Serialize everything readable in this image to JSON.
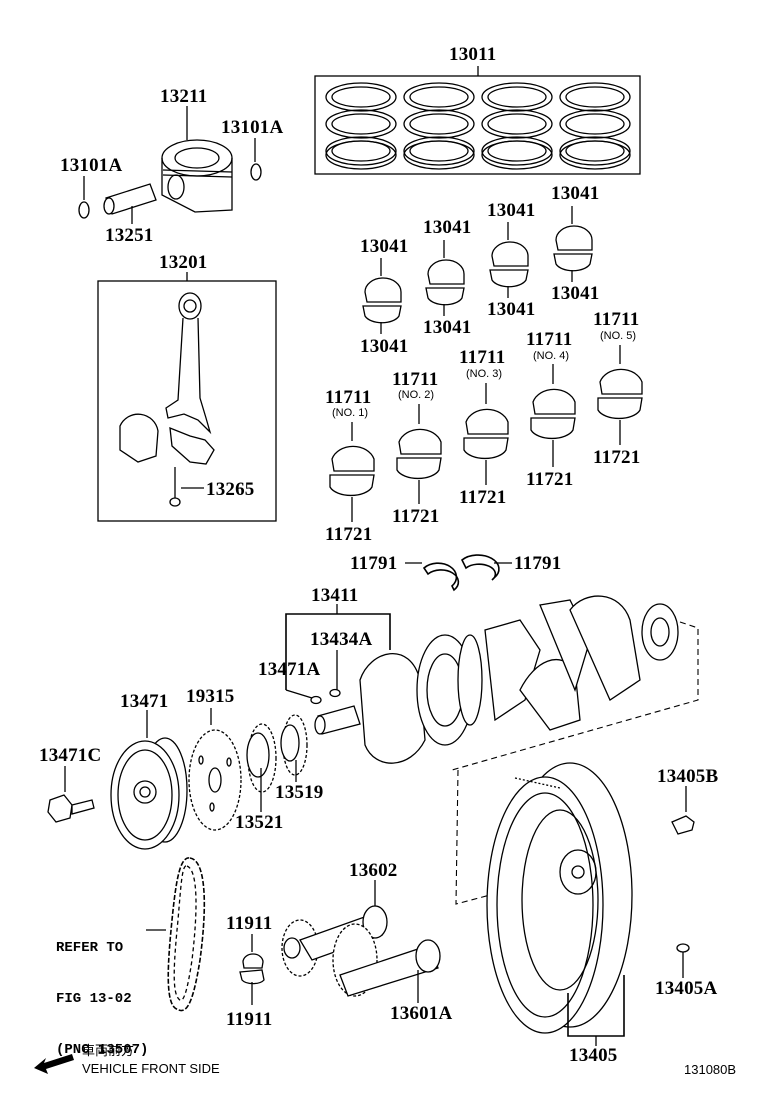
{
  "diagram": {
    "title_code": "131080B",
    "direction_note": {
      "jp": "車両前方",
      "en": "VEHICLE FRONT SIDE"
    },
    "refer_note": [
      "REFER TO",
      "FIG 13-02",
      "(PNC 13507)"
    ],
    "labels": {
      "ring_set": "13011",
      "piston": "13211",
      "snap_ring_right": "13101A",
      "snap_ring_left": "13101A",
      "piston_pin": "13251",
      "conrod_assy": "13201",
      "conrod_bolt": "13265",
      "conrod_bearing": [
        {
          "upper": "13041",
          "lower": "13041"
        },
        {
          "upper": "13041",
          "lower": "13041"
        },
        {
          "upper": "13041",
          "lower": "13041"
        },
        {
          "upper": "13041",
          "lower": "13041"
        }
      ],
      "main_bearing": [
        {
          "upper": "11711",
          "position": "(NO. 1)",
          "lower": "11721"
        },
        {
          "upper": "11711",
          "position": "(NO. 2)",
          "lower": "11721"
        },
        {
          "upper": "11711",
          "position": "(NO. 3)",
          "lower": "11721"
        },
        {
          "upper": "11711",
          "position": "(NO. 4)",
          "lower": "11721"
        },
        {
          "upper": "11711",
          "position": "(NO. 5)",
          "lower": "11721"
        }
      ],
      "thrust_washer_left": "11791",
      "thrust_washer_right": "11791",
      "crankshaft": "13411",
      "crank_key_a": "13434A",
      "pulley_key": "13471A",
      "crank_pulley": "13471",
      "pulley_bolt": "13471C",
      "crank_sprocket": "19315",
      "oil_pump_gear": "13521",
      "balance_gear": "13519",
      "balance_shaft": "13602",
      "balance_shaft_2": "13601A",
      "balance_bearing_upper": "11911",
      "balance_bearing_lower": "11911",
      "flywheel": "13405",
      "flywheel_bolt": "13405B",
      "flywheel_pin": "13405A"
    }
  }
}
